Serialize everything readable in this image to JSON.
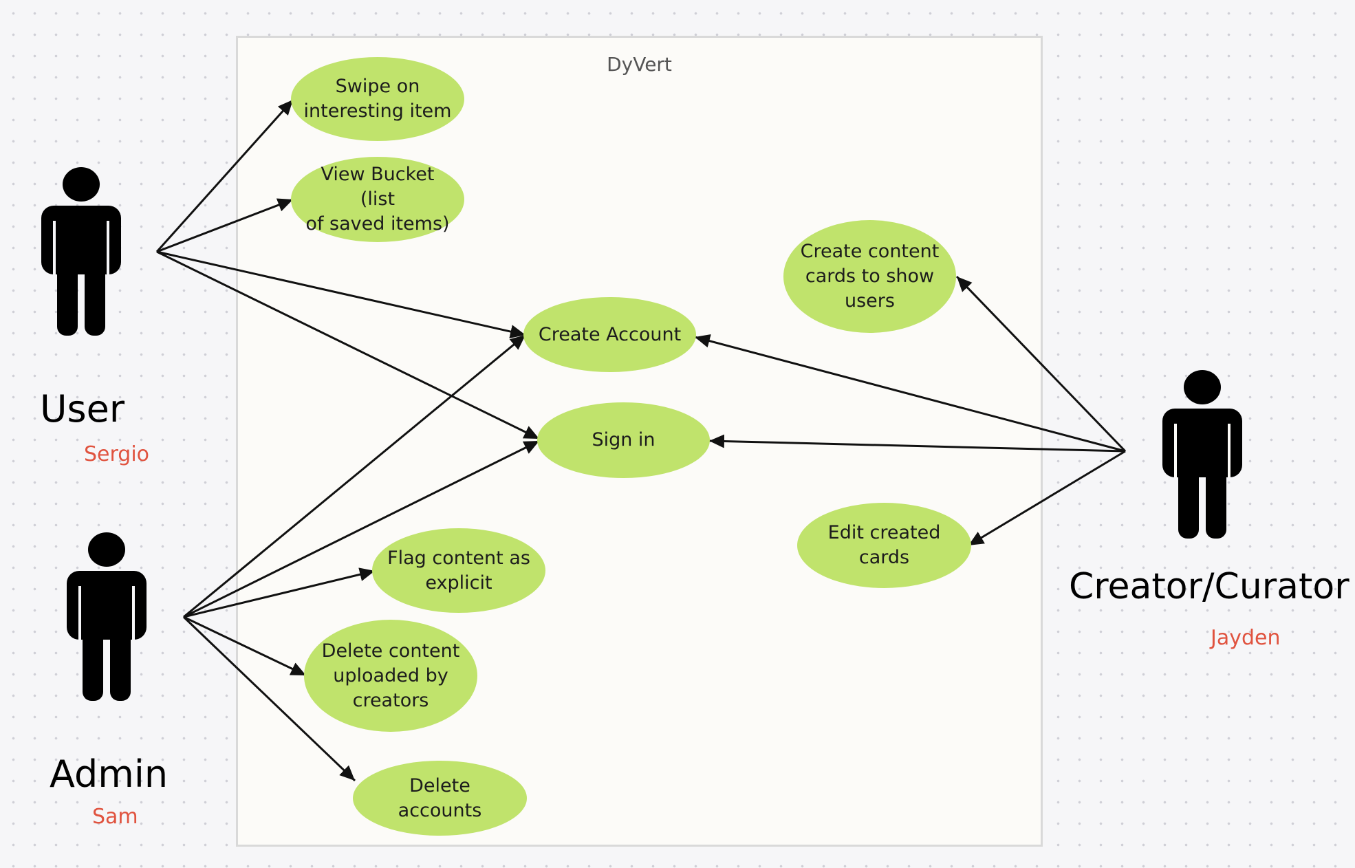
{
  "system": {
    "title": "DyVert"
  },
  "actors": {
    "user": {
      "role": "User",
      "person": "Sergio"
    },
    "admin": {
      "role": "Admin",
      "person": "Sam"
    },
    "creator": {
      "role": "Creator/Curator",
      "person": "Jayden"
    }
  },
  "use_cases": {
    "swipe": "Swipe on\ninteresting item",
    "view_bucket": "View Bucket (list\nof saved items)",
    "create_account": "Create Account",
    "sign_in": "Sign in",
    "flag_content": "Flag content as\nexplicit",
    "delete_content": "Delete content\nuploaded by\ncreators",
    "delete_accounts": "Delete accounts",
    "create_cards": "Create content\ncards to show\nusers",
    "edit_cards": "Edit created\ncards"
  },
  "colors": {
    "use_case_fill": "#c0e36c",
    "person_name": "#e0533f",
    "frame_border": "#d9d9d9",
    "canvas_background": "#f6f6f8"
  }
}
